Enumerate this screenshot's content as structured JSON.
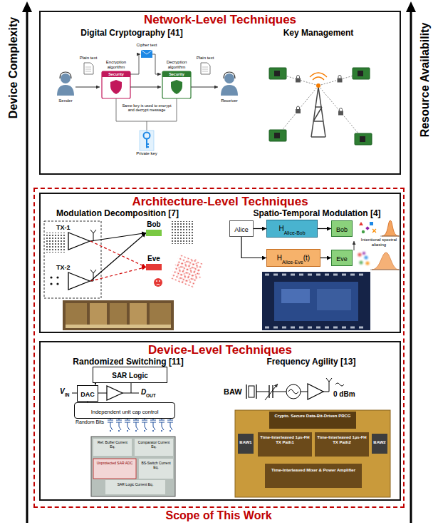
{
  "diagram": {
    "nodes": [
      {
        "text": [
          "Network-Level Techniques",
          "Digital Cryptography [41]",
          "Key Management"
        ]
      },
      {
        "text": [
          "Scope of This Work"
        ]
      },
      {
        "text": [
          "Architecture-Level Techniques",
          "Modulation Decomposition [7]",
          "Spatio-Temporal Modulation [4]"
        ],
        "in": 1
      },
      {
        "text": [
          "TX-1"
        ],
        "in": 2
      },
      {
        "text": [
          "TX-2"
        ],
        "in": 2
      },
      {
        "text": [
          "Bob"
        ],
        "in": 2
      },
      {
        "text": [
          "Eve"
        ],
        "in": 2
      },
      {
        "text": [
          "Alice"
        ],
        "in": 2
      },
      {
        "text": [
          "H",
          "Alice-Bob"
        ],
        "in": 2
      },
      {
        "text": [
          "H",
          "Alice-Eve",
          "(t)"
        ],
        "in": 2
      },
      {
        "text": [
          "Bob"
        ],
        "in": 2
      },
      {
        "text": [
          "Eve"
        ],
        "in": 2
      },
      {
        "text": [
          "Device-Level Techniques",
          "Randomized Switching [11]",
          "Frequency Agility [13]"
        ],
        "in": 1
      },
      {
        "text": [
          "SAR Logic"
        ],
        "in": 12
      },
      {
        "text": [
          "DAC"
        ],
        "in": 12
      },
      {
        "text": [
          "Independent unit cap control"
        ],
        "in": 12
      }
    ],
    "edges": [
      {
        "from": 3,
        "to": 5,
        "arrow": "to"
      },
      {
        "from": 3,
        "to": 6,
        "arrow": "to"
      },
      {
        "from": 4,
        "to": 5,
        "arrow": "to"
      },
      {
        "from": 4,
        "to": 6,
        "arrow": "to"
      },
      {
        "from": 7,
        "to": 8,
        "arrow": "to"
      },
      {
        "from": 8,
        "to": 10,
        "arrow": "to"
      },
      {
        "from": 7,
        "to": 9,
        "arrow": "to"
      },
      {
        "from": 9,
        "to": 11,
        "arrow": "to"
      },
      {
        "from": 13,
        "to": 14,
        "arrow": "to"
      },
      {
        "from": 14,
        "to": 15,
        "arrow": "none"
      }
    ],
    "labels": [
      "Device Complexity",
      "Resource Availability",
      "Plain text",
      "Encryption algorithm",
      "Cipher text",
      "Decryption algorithm",
      "Plain text",
      "Sender",
      "Security",
      "Same key is used to encrypt and decrypt message",
      "Security",
      "Receiver",
      "Private key",
      "Intentional spectral aliasing",
      "V",
      "IN",
      "D",
      "OUT",
      "Random Bits",
      "Ref. Buffer Current Eq.",
      "Comparator Current Eq.",
      "Unprotected SAR ADC",
      "BS-Switch Current Eq.",
      "SAR Logic Current Eq.",
      "BAW",
      "0 dBm",
      "Crypto. Secure Data-Bit-Driven PRCG",
      "BAW1",
      "Time-Interleaved 1µs-FH TX Path1",
      "Time-Interleaved 1µs-FH TX Path2",
      "BAW2",
      "Time-Interleaved Mixer & Power Amplifier"
    ]
  }
}
